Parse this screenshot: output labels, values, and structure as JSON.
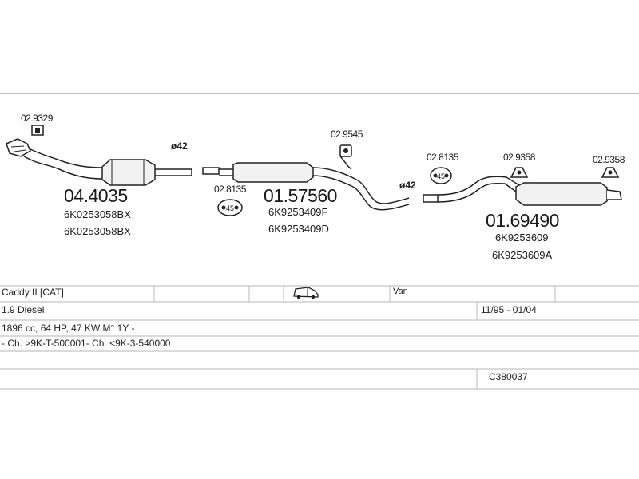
{
  "parts": {
    "front": {
      "clamp": "02.9329",
      "part_no": "04.4035",
      "oe1": "6K0253058BX",
      "oe2": "6K0253058BX",
      "diameter": "ø42"
    },
    "middle": {
      "ring": "02.8135",
      "hanger": "02.9545",
      "part_no": "01.57560",
      "oe1": "6K9253409F",
      "oe2": "6K9253409D",
      "diameter": "ø42"
    },
    "rear": {
      "ring": "02.8135",
      "hanger1": "02.9358",
      "hanger2": "02.9358",
      "part_no": "01.69490",
      "oe1": "6K9253609",
      "oe2": "6K9253609A"
    }
  },
  "table": {
    "model": "Caddy II  [CAT]",
    "body_type": "Van",
    "body_icon": "van-icon",
    "engine": "1.9 Diesel",
    "years": "11/95 - 01/04",
    "specs": "1896 cc, 64 HP, 47 KW M° 1Y -",
    "chassis": "- Ch. >9K-T-500001- Ch. <9K-3-540000",
    "code": "C380037"
  }
}
